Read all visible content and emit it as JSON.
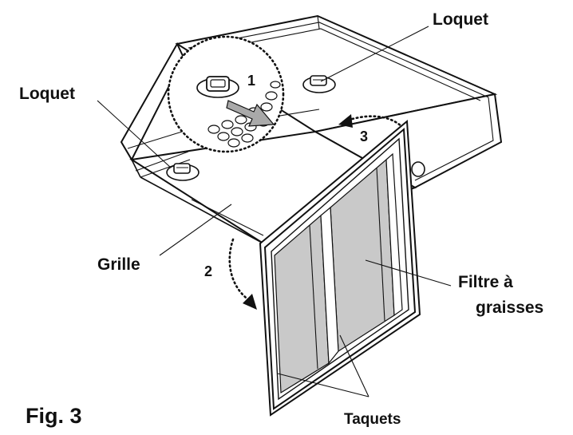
{
  "figure": {
    "caption": "Fig. 3",
    "labels": {
      "latch_left": "Loquet",
      "latch_right": "Loquet",
      "grille": "Grille",
      "filter_line1": "Filtre à",
      "filter_line2": "graisses",
      "tabs": "Taquets"
    },
    "steps": [
      "1",
      "2",
      "3"
    ]
  }
}
